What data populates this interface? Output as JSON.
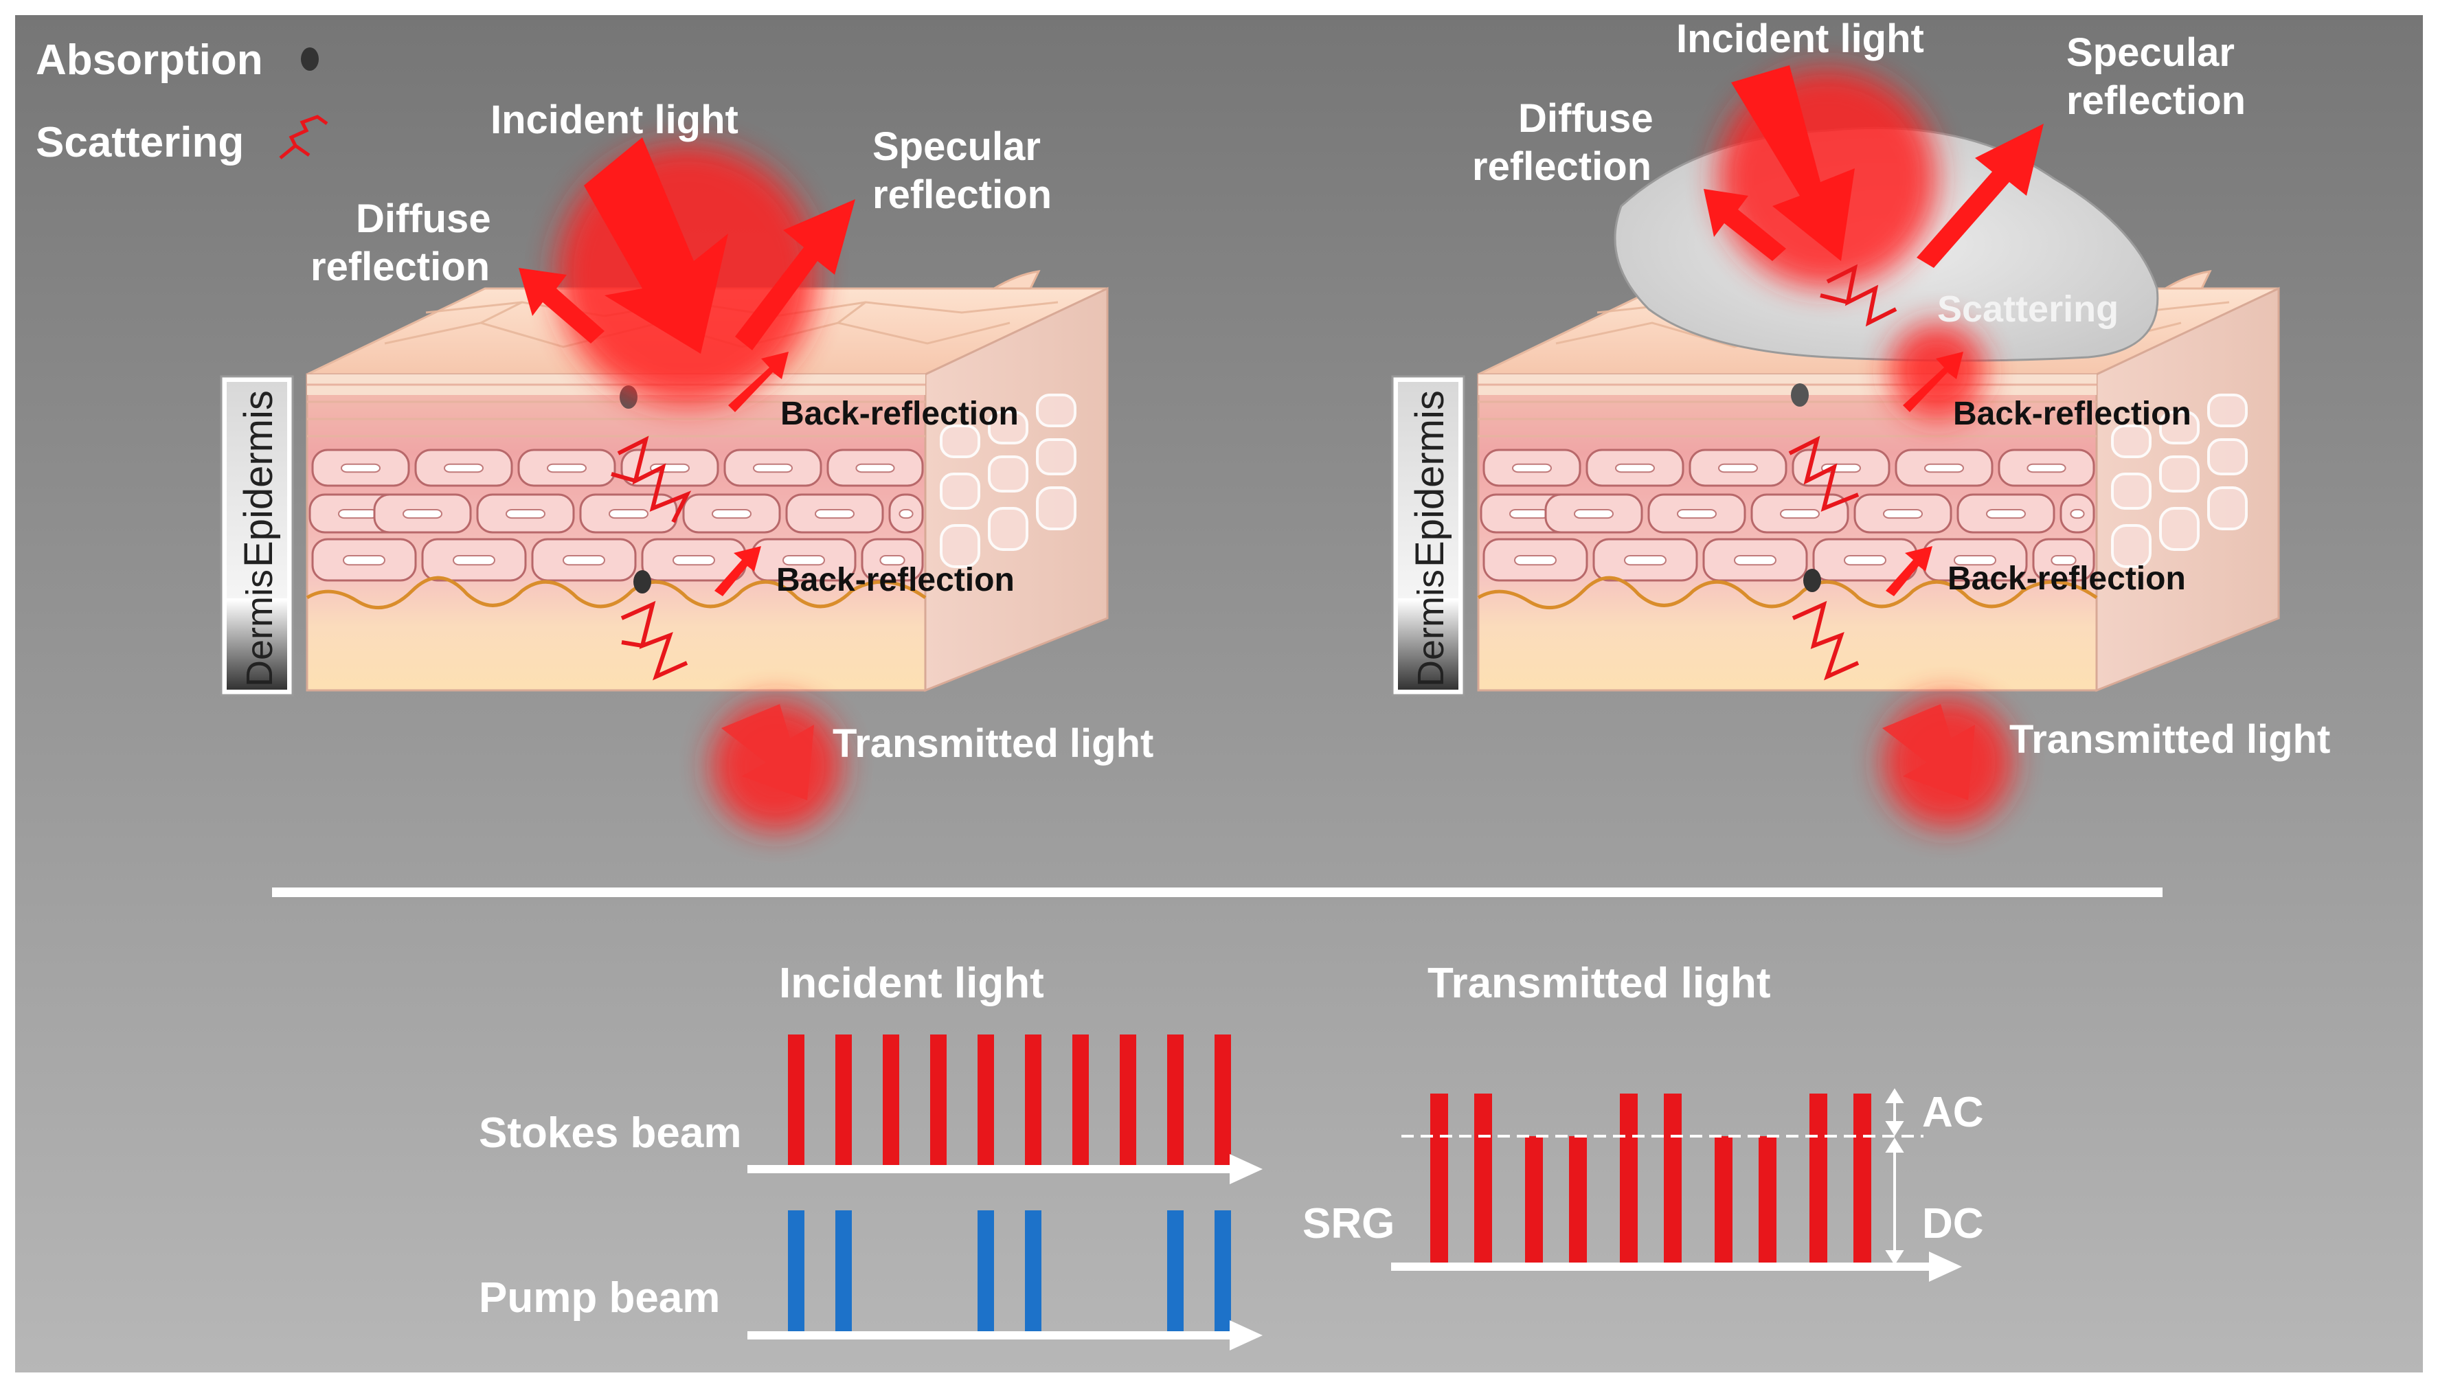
{
  "legend": {
    "absorption": "Absorption",
    "scattering": "Scattering"
  },
  "left_panel": {
    "incident": "Incident light",
    "specular": "Specular\nreflection",
    "diffuse": "Diffuse\nreflection",
    "back_reflection_1": "Back-reflection",
    "back_reflection_2": "Back-reflection",
    "transmitted": "Transmitted light",
    "epidermis": "Epidermis",
    "dermis": "Dermis"
  },
  "right_panel": {
    "incident": "Incident light",
    "specular": "Specular\nreflection",
    "diffuse": "Diffuse\nreflection",
    "scattering": "Scattering",
    "back_reflection_1": "Back-reflection",
    "back_reflection_2": "Back-reflection",
    "transmitted": "Transmitted light",
    "epidermis": "Epidermis",
    "dermis": "Dermis"
  },
  "bottom": {
    "incident_title": "Incident light",
    "transmitted_title": "Transmitted light",
    "stokes": "Stokes beam",
    "pump": "Pump beam",
    "srg": "SRG",
    "ac": "AC",
    "dc": "DC",
    "stokes_pulses": [
      1,
      1,
      1,
      1,
      1,
      1,
      1,
      1,
      1,
      1
    ],
    "pump_pulses": [
      1,
      1,
      0,
      0,
      1,
      1,
      0,
      0,
      1,
      1
    ],
    "srg_pulses": [
      1,
      1,
      0,
      0,
      1,
      1,
      0,
      0,
      1,
      1
    ]
  },
  "colors": {
    "red": "#e8161b",
    "blue": "#1d72c9",
    "white": "#ffffff",
    "bg_top": "#6e6e6e",
    "bg_bottom": "#b0b0b0"
  }
}
